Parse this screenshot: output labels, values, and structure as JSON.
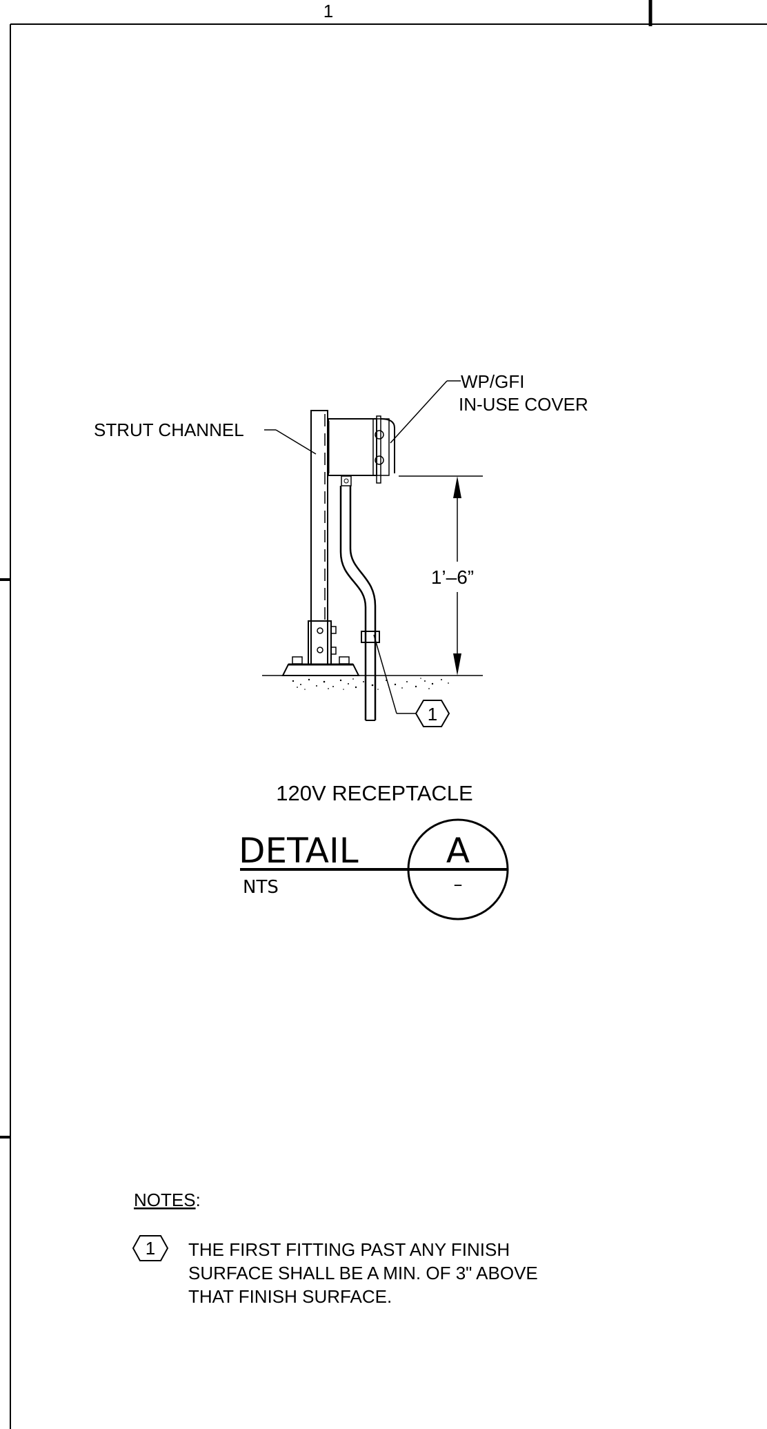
{
  "sheet": {
    "column_number": "1"
  },
  "callouts": {
    "strut_channel": "STRUT CHANNEL",
    "cover_line1": "WP/GFI",
    "cover_line2": "IN-USE COVER",
    "dimension": "1’–6”",
    "keynote_tag": "1"
  },
  "detail": {
    "caption": "120V RECEPTACLE",
    "title": "DETAIL",
    "scale": "NTS",
    "letter": "A",
    "sheet_ref": "–"
  },
  "notes": {
    "heading": "NOTES",
    "heading_suffix": ":",
    "items": [
      {
        "tag": "1",
        "lines": [
          "THE FIRST FITTING PAST ANY FINISH",
          "SURFACE SHALL BE A MIN. OF 3\" ABOVE",
          "THAT FINISH SURFACE."
        ]
      }
    ]
  },
  "colors": {
    "ink": "#000000",
    "paper": "#ffffff"
  }
}
